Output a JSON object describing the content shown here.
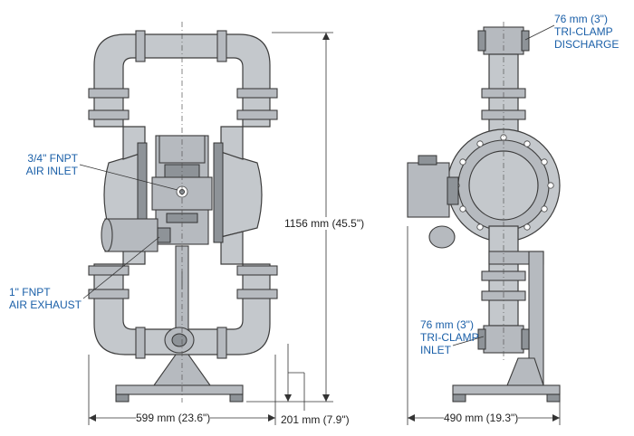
{
  "front_view": {
    "air_inlet_label": [
      "3/4\" FNPT",
      "AIR INLET"
    ],
    "air_exhaust_label": [
      "1\" FNPT",
      "AIR EXHAUST"
    ],
    "height_dim": "1156 mm (45.5\")",
    "width_dim": "599 mm (23.6\")",
    "offset_dim": "201 mm (7.9\")"
  },
  "side_view": {
    "discharge_label": [
      "76 mm (3\")",
      "TRI-CLAMP",
      "DISCHARGE"
    ],
    "inlet_label": [
      "76 mm (3\")",
      "TRI-CLAMP",
      "INLET"
    ],
    "depth_dim": "490 mm (19.3\")"
  }
}
